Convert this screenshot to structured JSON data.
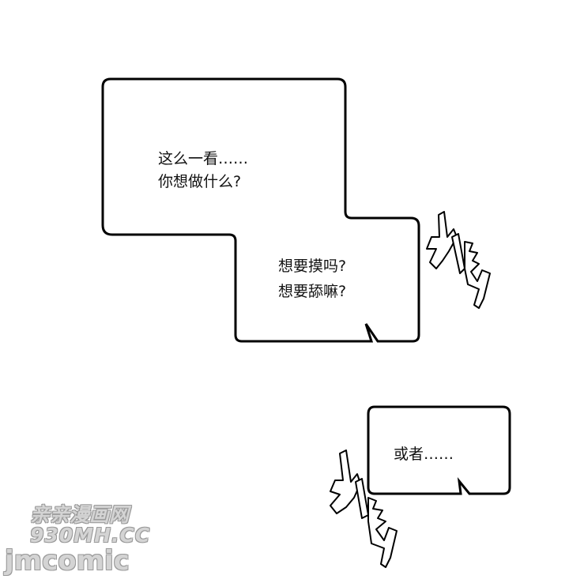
{
  "bubbles": [
    {
      "lines": [
        "这么一看……",
        "你想做什么?"
      ]
    },
    {
      "lines": [
        "想要摸吗?",
        "想要舔嘛?"
      ]
    },
    {
      "lines": [
        "或者……"
      ]
    }
  ],
  "watermarks": {
    "site_cn": "亲亲漫画网",
    "site_url": "930MH.CC",
    "logo": "jmcomic"
  }
}
